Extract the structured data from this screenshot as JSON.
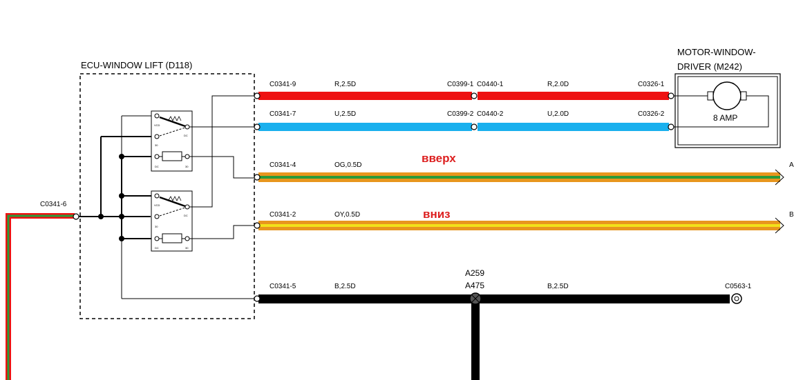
{
  "ecu": {
    "title": "ECU-WINDOW LIFT (D118)"
  },
  "motor": {
    "title_line1": "MOTOR-WINDOW-",
    "title_line2": "DRIVER (M242)",
    "rating": "8 AMP"
  },
  "input": {
    "connector": "C0341-6"
  },
  "wires": {
    "red": {
      "pin": "C0341-9",
      "spec1": "R,2.5D",
      "mid_left": "C0399-1",
      "mid_right": "C0440-1",
      "spec2": "R,2.0D",
      "end": "C0326-1"
    },
    "blue": {
      "pin": "C0341-7",
      "spec1": "U,2.5D",
      "mid_left": "C0399-2",
      "mid_right": "C0440-2",
      "spec2": "U,2.0D",
      "end": "C0326-2"
    },
    "orange_green": {
      "pin": "C0341-4",
      "spec": "OG,0.5D",
      "annotation": "вверх",
      "end_tag": "A"
    },
    "orange_yellow": {
      "pin": "C0341-2",
      "spec": "OY,0.5D",
      "annotation": "вниз",
      "end_tag": "B"
    },
    "black": {
      "pin": "C0341-5",
      "spec1": "B,2.5D",
      "splice1": "A259",
      "splice2": "A475",
      "spec2": "B,2.5D",
      "end": "C0563-1"
    }
  },
  "colors": {
    "red": "#ee1111",
    "blue": "#1ab0ee",
    "orange": "#e8961e",
    "green": "#2a9a3a",
    "yellow": "#f2e21a",
    "annotation": "#dd2020"
  }
}
